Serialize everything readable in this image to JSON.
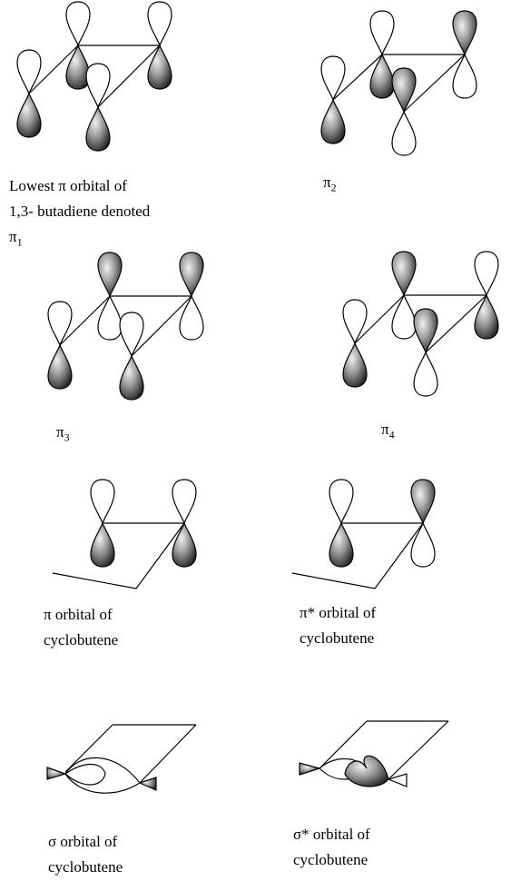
{
  "captions": {
    "pi1": {
      "line1": "Lowest   π orbital of",
      "line2": "1,3- butadiene denoted",
      "symbol": "π",
      "sub": "1"
    },
    "pi2": {
      "symbol": "π",
      "sub": "2"
    },
    "pi3": {
      "symbol": "π",
      "sub": "3"
    },
    "pi4": {
      "symbol": "π",
      "sub": "4"
    },
    "cyc_pi": {
      "line1": "π orbital of",
      "line2": "cyclobutene"
    },
    "cyc_pistar": {
      "line1": "π* orbital of",
      "line2": "cyclobutene"
    },
    "cyc_sigma": {
      "line1": "σ orbital of",
      "line2": "cyclobutene"
    },
    "cyc_sigmastar": {
      "line1": "σ* orbital of",
      "line2": "cyclobutene"
    }
  },
  "colors": {
    "shaded_lobe": "#6e6e6e",
    "shaded_highlight": "#e8e8e8",
    "outline": "#000000",
    "background": "#ffffff"
  }
}
